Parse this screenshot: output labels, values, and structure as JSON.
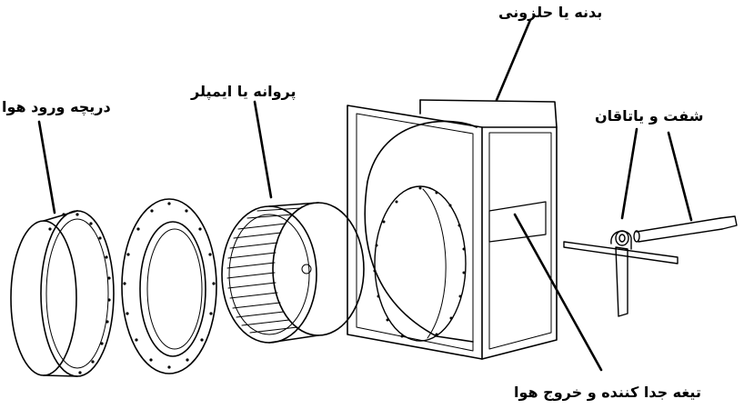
{
  "labels": {
    "housing": "بدنه یا حلزونی",
    "inlet": "دریچه ورود هوا",
    "impeller": "پروانه یا ایمپلر",
    "shaft_bearing": "شفت و یاتاقان",
    "blade_outlet": "تیغه جدا کننده و خروج هوا"
  }
}
